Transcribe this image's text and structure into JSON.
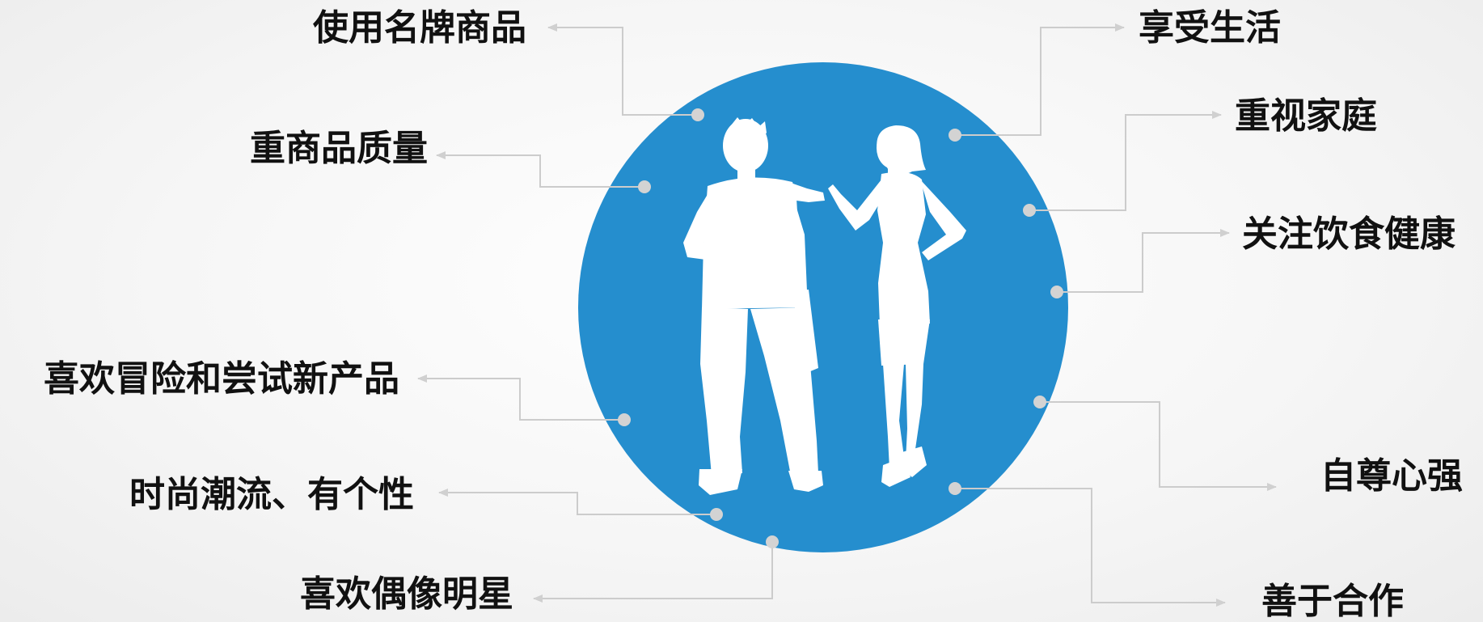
{
  "accent_color": "#258ece",
  "connector_color": "#c9c9c9",
  "silhouette_color": "#ffffff",
  "left_labels": [
    {
      "key": "brand",
      "text": "使用名牌商品"
    },
    {
      "key": "quality",
      "text": "重商品质量"
    },
    {
      "key": "adventure",
      "text": "喜欢冒险和尝试新产品"
    },
    {
      "key": "fashion",
      "text": "时尚潮流、有个性"
    },
    {
      "key": "idol",
      "text": "喜欢偶像明星"
    }
  ],
  "right_labels": [
    {
      "key": "enjoy",
      "text": "享受生活"
    },
    {
      "key": "family",
      "text": "重视家庭"
    },
    {
      "key": "health",
      "text": "关注饮食健康"
    },
    {
      "key": "selfesteem",
      "text": "自尊心强"
    },
    {
      "key": "cooperate",
      "text": "善于合作"
    }
  ],
  "icons": [
    "man-silhouette-icon",
    "woman-silhouette-icon"
  ]
}
